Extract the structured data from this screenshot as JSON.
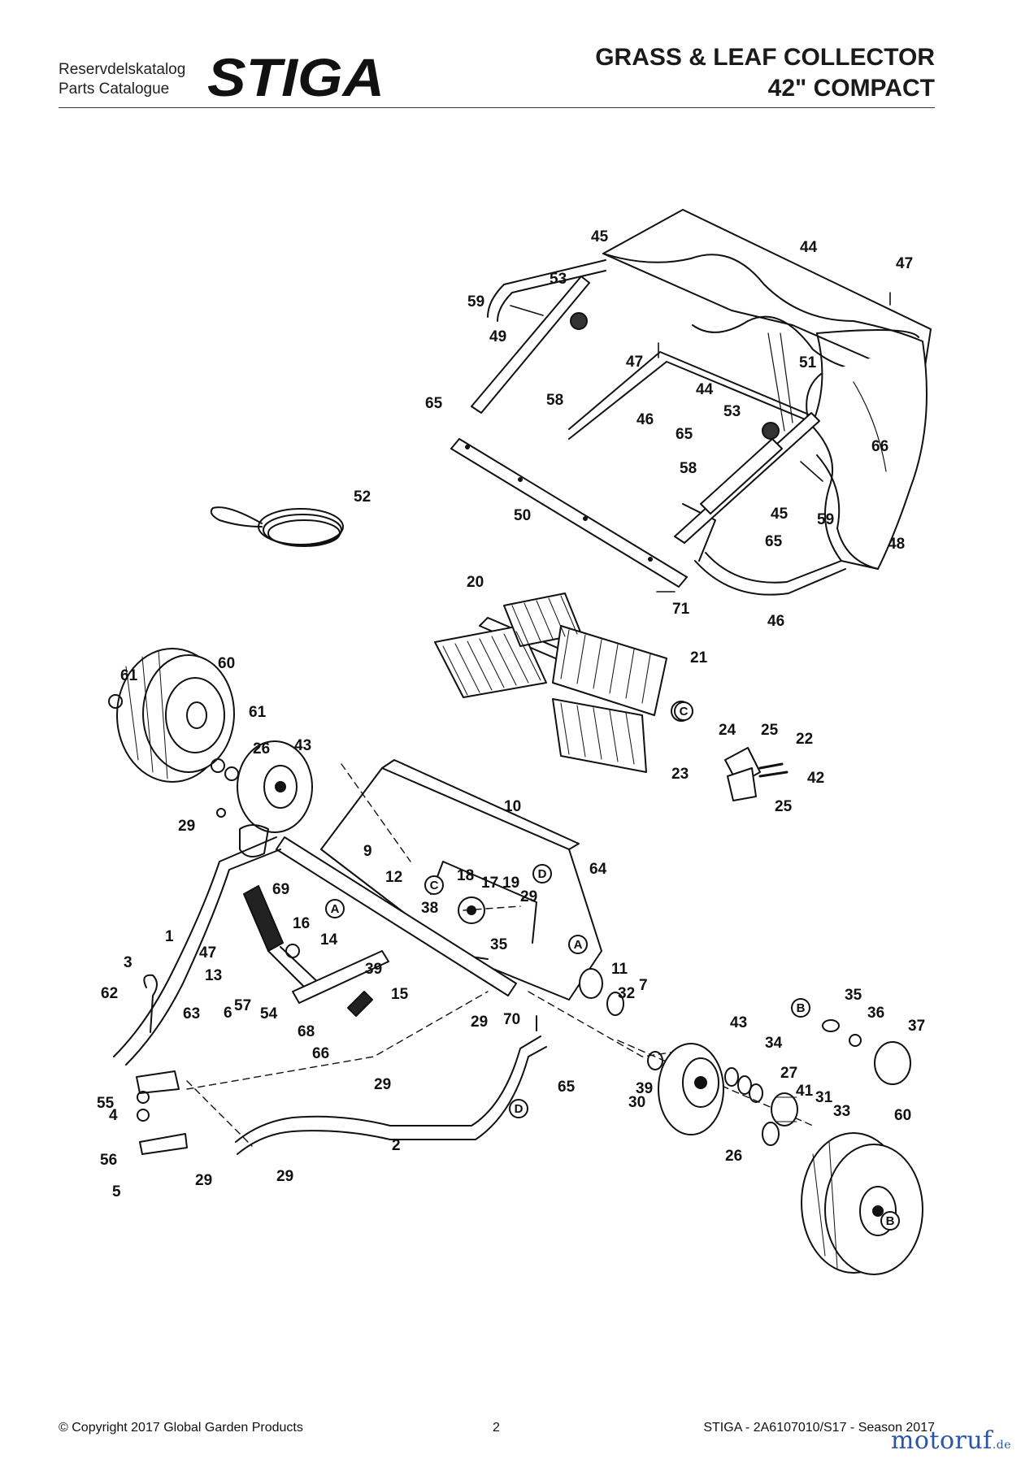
{
  "header": {
    "catalog_line1": "Reservdelskatalog",
    "catalog_line2": "Parts Catalogue",
    "brand": "STIGA",
    "title_line1": "GRASS & LEAF COLLECTOR",
    "title_line2": "42\" COMPACT"
  },
  "footer": {
    "copyright": "© Copyright 2017 Global Garden Products",
    "page_number": "2",
    "document_code": "STIGA - 2A6107010/S17 - Season 2017",
    "watermark": "motoruf",
    "watermark_tld": ".de"
  },
  "diagram": {
    "part_numbers": [
      "1",
      "2",
      "3",
      "4",
      "5",
      "6",
      "7",
      "9",
      "10",
      "11",
      "12",
      "13",
      "14",
      "15",
      "16",
      "17",
      "18",
      "19",
      "20",
      "21",
      "22",
      "23",
      "24",
      "25",
      "26",
      "27",
      "29",
      "30",
      "31",
      "32",
      "33",
      "34",
      "35",
      "36",
      "37",
      "38",
      "39",
      "41",
      "42",
      "43",
      "44",
      "45",
      "46",
      "47",
      "48",
      "49",
      "50",
      "51",
      "52",
      "53",
      "54",
      "55",
      "56",
      "57",
      "58",
      "59",
      "60",
      "61",
      "62",
      "63",
      "64",
      "65",
      "66",
      "68",
      "69",
      "70",
      "71"
    ],
    "reference_markers": [
      "A",
      "B",
      "C",
      "D"
    ]
  }
}
